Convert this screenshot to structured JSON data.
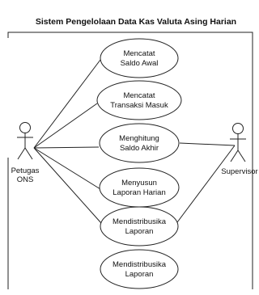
{
  "diagram": {
    "title": "Sistem Pengelolaan Data Kas Valuta Asing Harian",
    "actors": {
      "left": {
        "label_line1": "Petugas",
        "label_line2": "ONS"
      },
      "right": {
        "label": "Supervisor"
      }
    },
    "use_cases": [
      {
        "line1": "Mencatat",
        "line2": "Saldo Awal"
      },
      {
        "line1": "Mencatat",
        "line2": "Transaksi Masuk"
      },
      {
        "line1": "Menghitung",
        "line2": "Saldo Akhir"
      },
      {
        "line1": "Menyusun",
        "line2": "Laporan Harian"
      },
      {
        "line1": "Mendistribusika",
        "line2": "Laporan"
      },
      {
        "line1": "Mendistribusika",
        "line2": "Laporan"
      }
    ]
  }
}
